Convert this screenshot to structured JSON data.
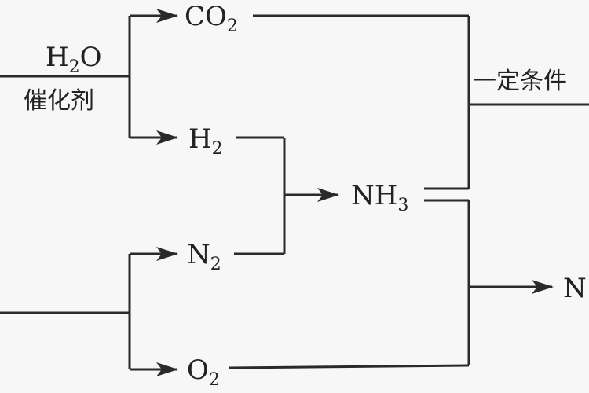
{
  "diagram": {
    "colors": {
      "line": "#2a2a2a",
      "text": "#222222",
      "background": "#f7f7f7"
    },
    "nodes": {
      "co2": {
        "main": "CO",
        "sub": "2"
      },
      "h2": {
        "main": "H",
        "sub": "2"
      },
      "n2": {
        "main": "N",
        "sub": "2"
      },
      "o2": {
        "main": "O",
        "sub": "2"
      },
      "nh3": {
        "main": "NH",
        "sub": "3"
      },
      "right_bottom_partial": "N",
      "left_top_partial": "",
      "left_bottom_partial": ""
    },
    "edge_labels": {
      "water_main": "H",
      "water_sub": "2",
      "water_tail": "O",
      "catalyst": "催化剂",
      "condition": "一定条件"
    }
  }
}
